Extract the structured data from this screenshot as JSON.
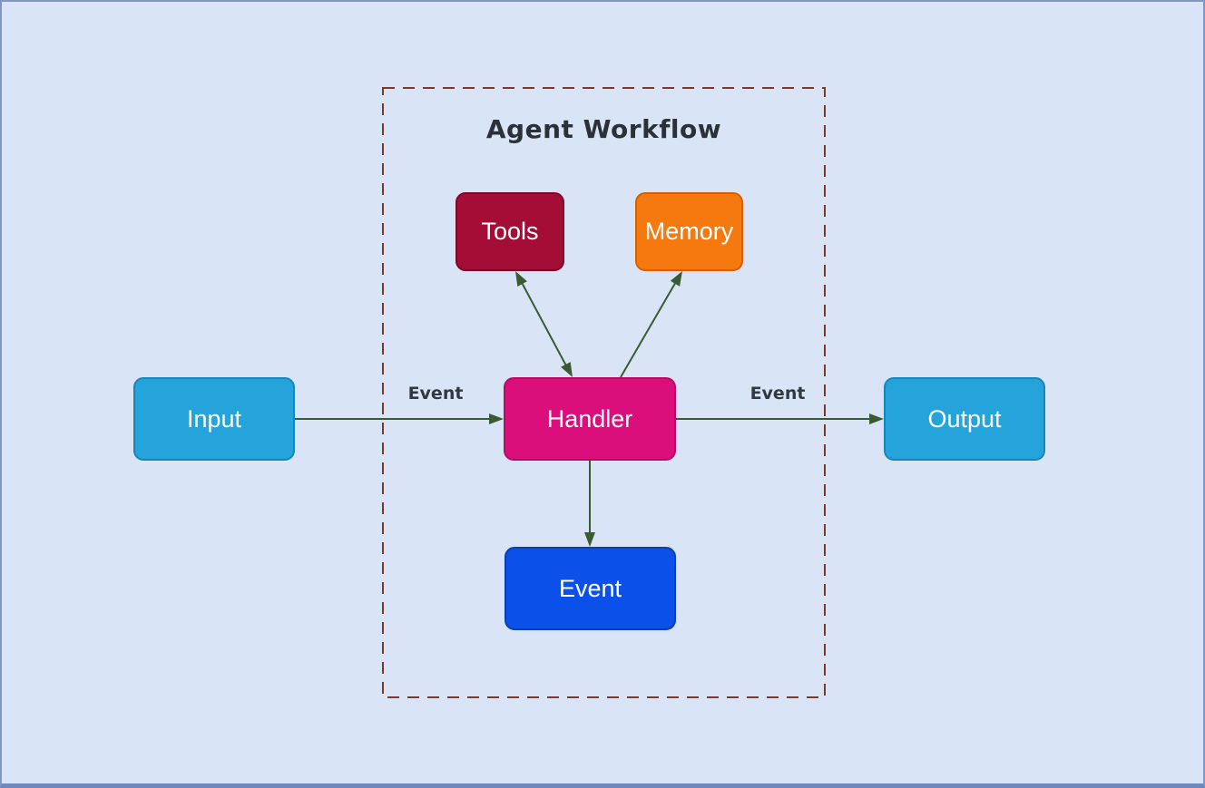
{
  "frame": {
    "background": "#d9e5f7",
    "border": "#8096c4",
    "bottom_bar": "#7089bd"
  },
  "diagram": {
    "title": "Agent Workflow",
    "title_color": "#2c3137",
    "edge_label_color": "#313840",
    "container": {
      "border_color": "#7a392a"
    },
    "nodes": {
      "input": {
        "label": "Input",
        "fill": "#25a4dc",
        "border": "#1a85ba",
        "text": "#ffffff"
      },
      "handler": {
        "label": "Handler",
        "fill": "#db0f7b",
        "border": "#b60b67",
        "text": "#ffffff"
      },
      "tools": {
        "label": "Tools",
        "fill": "#a30d36",
        "border": "#7e0926",
        "text": "#ffffff"
      },
      "memory": {
        "label": "Memory",
        "fill": "#f5790e",
        "border": "#d55f04",
        "text": "#ffffff"
      },
      "event": {
        "label": "Event",
        "fill": "#0b50e8",
        "border": "#0a3eb5",
        "text": "#ffffff"
      },
      "output": {
        "label": "Output",
        "fill": "#25a4dc",
        "border": "#1a85ba",
        "text": "#ffffff"
      }
    },
    "edges": {
      "color": "#3a5b31",
      "items": [
        {
          "from": "Input",
          "to": "Handler",
          "label": "Event",
          "direction": "forward"
        },
        {
          "from": "Handler",
          "to": "Output",
          "label": "Event",
          "direction": "forward"
        },
        {
          "from": "Handler",
          "to": "Tools",
          "label": "",
          "direction": "bidirectional"
        },
        {
          "from": "Handler",
          "to": "Memory",
          "label": "",
          "direction": "forward"
        },
        {
          "from": "Handler",
          "to": "Event",
          "label": "",
          "direction": "forward"
        }
      ]
    }
  }
}
